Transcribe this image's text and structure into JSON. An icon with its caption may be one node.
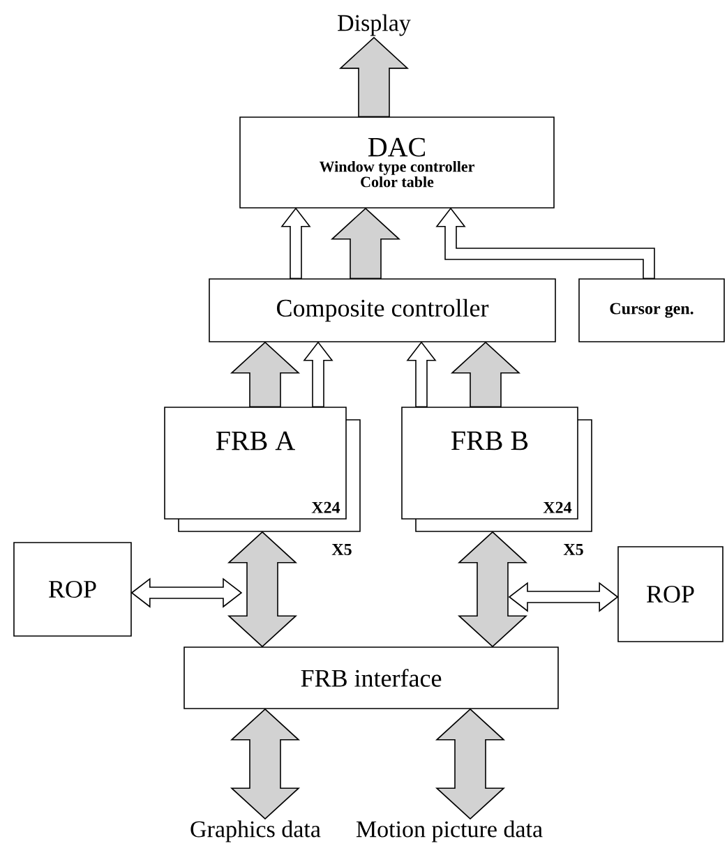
{
  "diagram": {
    "nodes": [
      {
        "text": [
          "Display"
        ]
      },
      {
        "text": [
          "DAC",
          "Window type controller",
          "Color table"
        ]
      },
      {
        "text": [
          "Composite controller"
        ]
      },
      {
        "text": [
          "Cursor gen."
        ]
      },
      {
        "text": [
          "FRB A",
          "X24"
        ],
        "beside": [
          "X5"
        ]
      },
      {
        "text": [
          "FRB B",
          "X24"
        ],
        "beside": [
          "X5"
        ]
      },
      {
        "text": [
          "ROP"
        ]
      },
      {
        "text": [
          "ROP"
        ]
      },
      {
        "text": [
          "FRB interface"
        ]
      },
      {
        "text": [
          "Graphics data"
        ]
      },
      {
        "text": [
          "Motion picture data"
        ]
      }
    ],
    "edges": [
      {
        "from": 1,
        "to": 0,
        "arrow": "to",
        "style": "thick"
      },
      {
        "from": 2,
        "to": 1,
        "arrow": "to"
      },
      {
        "from": 2,
        "to": 1,
        "arrow": "to",
        "style": "thick"
      },
      {
        "from": 3,
        "to": 1,
        "arrow": "to"
      },
      {
        "from": 4,
        "to": 2,
        "arrow": "to",
        "style": "thick"
      },
      {
        "from": 4,
        "to": 2,
        "arrow": "to"
      },
      {
        "from": 5,
        "to": 2,
        "arrow": "to"
      },
      {
        "from": 5,
        "to": 2,
        "arrow": "to",
        "style": "thick"
      },
      {
        "from": 4,
        "to": 8,
        "arrow": "both",
        "style": "thick"
      },
      {
        "from": 5,
        "to": 8,
        "arrow": "both",
        "style": "thick"
      },
      {
        "from": 6,
        "to": null,
        "arrow": "both"
      },
      {
        "from": 7,
        "to": null,
        "arrow": "both"
      },
      {
        "from": 8,
        "to": 9,
        "arrow": "both",
        "style": "thick"
      },
      {
        "from": 8,
        "to": 10,
        "arrow": "both",
        "style": "thick"
      }
    ]
  }
}
